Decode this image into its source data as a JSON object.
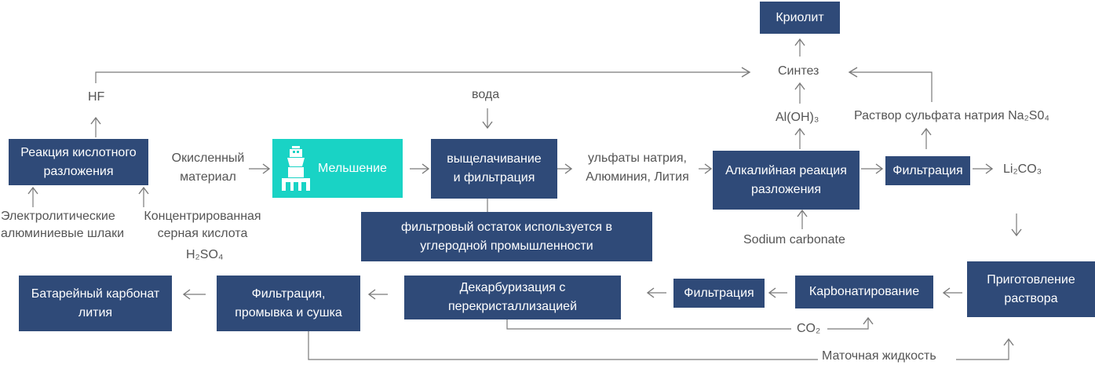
{
  "nodes": {
    "cryolite": "Криолит",
    "acid_reaction": "Реакция кислотного разложения",
    "milling": "Мельшение",
    "leaching": "выщелачивание и фильтрация",
    "alkaline_reaction": "Алкалийная реакция разложения",
    "filtration_top": "Фильтрация",
    "filter_residue": "фильтровый остаток используется в углеродной промышленности",
    "battery_li2co3": "Батарейный карбонат лития",
    "filt_wash_dry": "Фильтрация, промывка и сушка",
    "decarb": "Декарбуризация с перекристаллизацией",
    "filtration_bottom": "Фильтрация",
    "carbonation": "Карbонатирование",
    "solution_prep": "Приготовление раствора"
  },
  "labels": {
    "synthesis": "Синтез",
    "hf": "HF",
    "water": "вода",
    "aloh3": "Al(OH)₃",
    "na2so4_solution": "Раствор сульфата натрия Na₂S0₄",
    "oxidized_material": "Окисленный материал",
    "sulfates": "ульфаты натрия, Алюминия, Лития",
    "li2co3": "Li₂CO₃",
    "electrolytic_slag": "Электролитические алюминиевые шлаки",
    "sulfuric_acid": "Концентрированная серная кислота",
    "h2so4": "H₂SO₄",
    "sodium_carbonate": "Sodium carbonate",
    "co2": "CO₂",
    "mother_liquor": "Маточная жидкость"
  },
  "colors": {
    "box": "#2f4a78",
    "accent": "#19d3c5",
    "line": "#7a7a7a",
    "text": "#555555"
  },
  "icons": {
    "milling": "mill-icon"
  }
}
